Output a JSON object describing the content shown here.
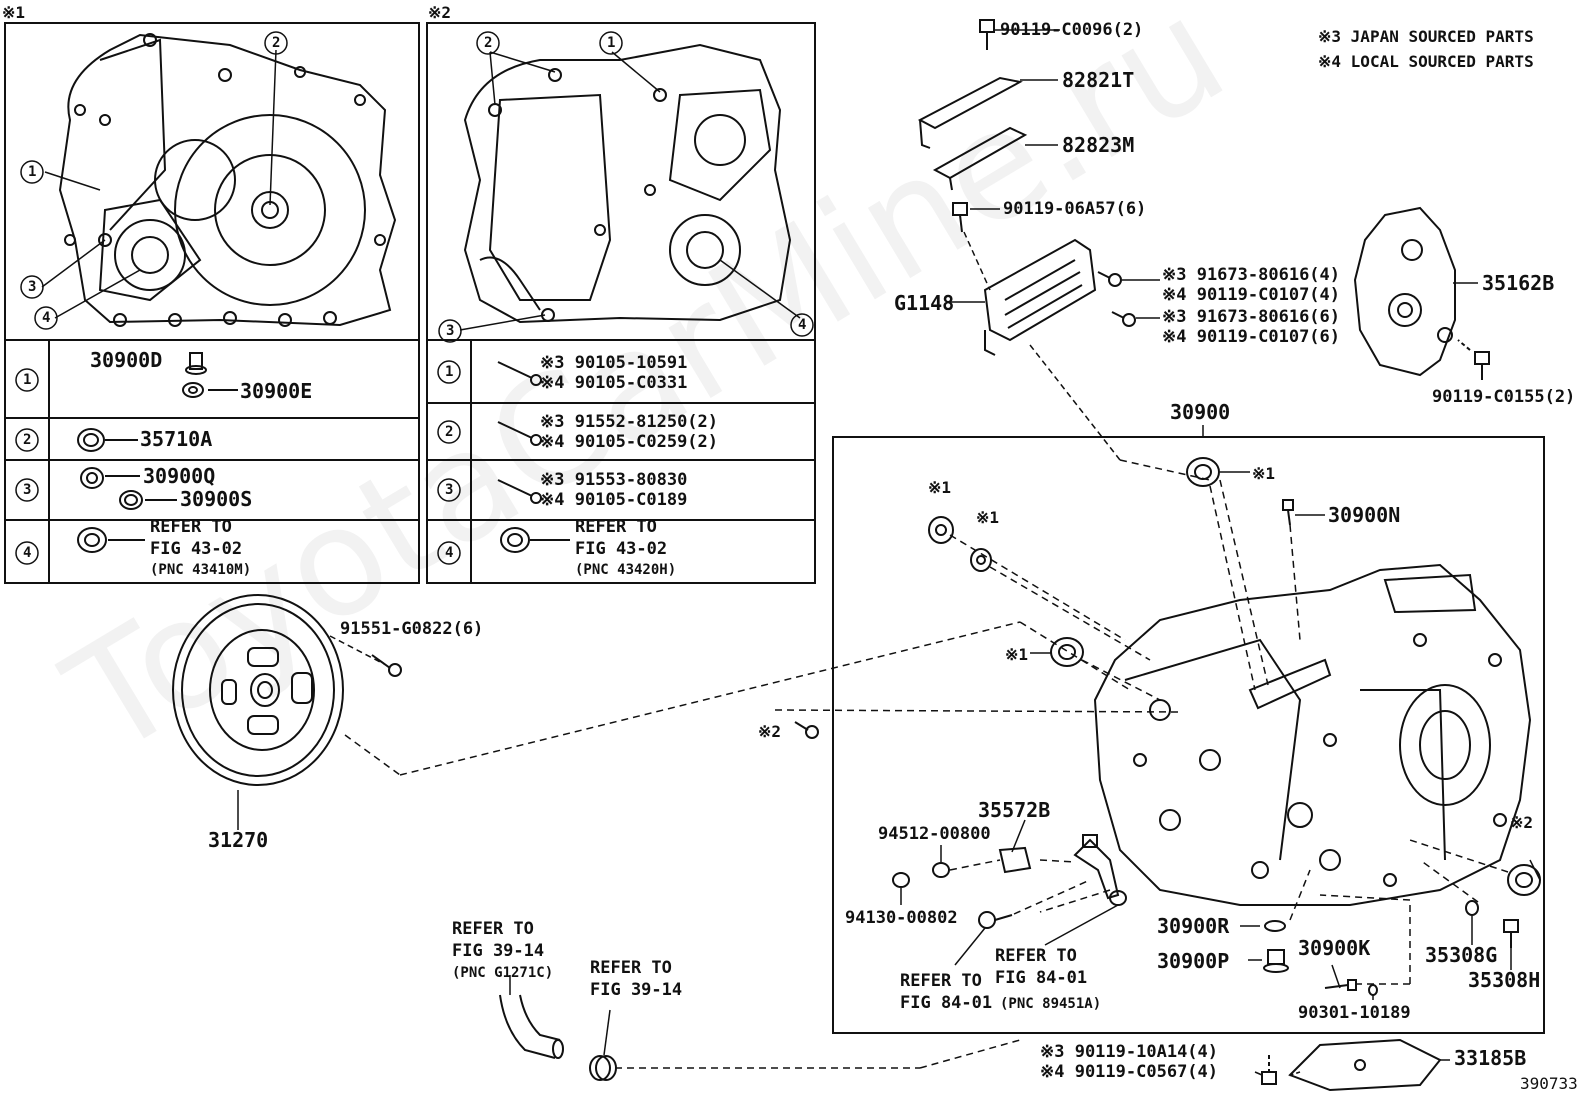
{
  "watermark": "ToyotaCarMine.ru",
  "figure_number": "390733",
  "notes": {
    "japan": "※3 JAPAN SOURCED PARTS",
    "local": "※4 LOCAL SOURCED PARTS"
  },
  "panel1": {
    "mark": "※1",
    "callouts": [
      "1",
      "2",
      "3",
      "4"
    ],
    "rows": [
      {
        "num": "1",
        "parts": [
          "30900D",
          "30900E"
        ]
      },
      {
        "num": "2",
        "parts": [
          "35710A"
        ]
      },
      {
        "num": "3",
        "parts": [
          "30900Q",
          "30900S"
        ]
      },
      {
        "num": "4",
        "refer": [
          "REFER TO",
          "FIG 43-02",
          "(PNC 43410M)"
        ]
      }
    ]
  },
  "panel2": {
    "mark": "※2",
    "callouts": [
      "1",
      "2",
      "3",
      "4"
    ],
    "rows": [
      {
        "num": "1",
        "parts": [
          "※3 90105-10591",
          "※4 90105-C0331"
        ]
      },
      {
        "num": "2",
        "parts": [
          "※3 91552-81250(2)",
          "※4 90105-C0259(2)"
        ]
      },
      {
        "num": "3",
        "parts": [
          "※3 91553-80830",
          "※4 90105-C0189"
        ]
      },
      {
        "num": "4",
        "refer": [
          "REFER TO",
          "FIG 43-02",
          "(PNC 43420H)"
        ]
      }
    ]
  },
  "parts": {
    "p90119_C0096": "90119-C0096(2)",
    "p82821T": "82821T",
    "p82823M": "82823M",
    "p90119_06A57": "90119-06A57(6)",
    "pG1148": "G1148",
    "p91673a": "※3 91673-80616(4)",
    "p90119_C0107a": "※4 90119-C0107(4)",
    "p91673b": "※3 91673-80616(6)",
    "p90119_C0107b": "※4 90119-C0107(6)",
    "p35162B": "35162B",
    "p90119_C0155": "90119-C0155(2)",
    "p30900": "30900",
    "p30900N": "30900N",
    "p91551": "91551-G0822(6)",
    "p31270": "31270",
    "p35572B": "35572B",
    "p94512": "94512-00800",
    "p94130": "94130-00802",
    "p30900R": "30900R",
    "p30900P": "30900P",
    "p30900K": "30900K",
    "p35308G": "35308G",
    "p35308H": "35308H",
    "p90301": "90301-10189",
    "p90119_10A14": "※3 90119-10A14(4)",
    "p90119_C0567": "※4 90119-C0567(4)",
    "p33185B": "33185B",
    "refer_84a": [
      "REFER TO",
      "FIG 84-01"
    ],
    "refer_84b": [
      "REFER TO",
      "FIG 84-01",
      "(PNC 89451A)"
    ],
    "refer_39a": [
      "REFER TO",
      "FIG 39-14",
      "(PNC G1271C)"
    ],
    "refer_39b": [
      "REFER TO",
      "FIG 39-14"
    ]
  },
  "marks": {
    "m1": "※1",
    "m2": "※2"
  }
}
